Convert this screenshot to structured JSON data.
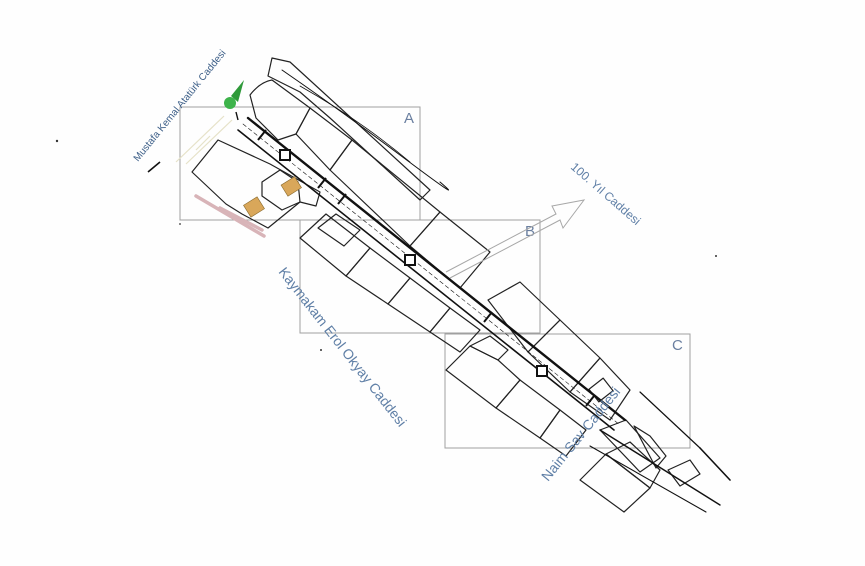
{
  "map": {
    "zones": [
      {
        "id": "A",
        "label": "A"
      },
      {
        "id": "B",
        "label": "B"
      },
      {
        "id": "C",
        "label": "C"
      }
    ],
    "streets": {
      "ataturk": "Mustafa Kemal Atatürk Caddesi",
      "yuzuncu_yil": "100. Yıl Caddesi",
      "kaymakam": "Kaymakam Erol Okyay Caddesi",
      "naim_sav": "Naim Sav Caddesi"
    },
    "colors": {
      "street_label": "#5f7fa6",
      "zone_frame": "#9a9a9a",
      "building_highlight": "#d9a75a",
      "tree": "#3db34a",
      "pink_strip": "#d8b4b8"
    }
  }
}
